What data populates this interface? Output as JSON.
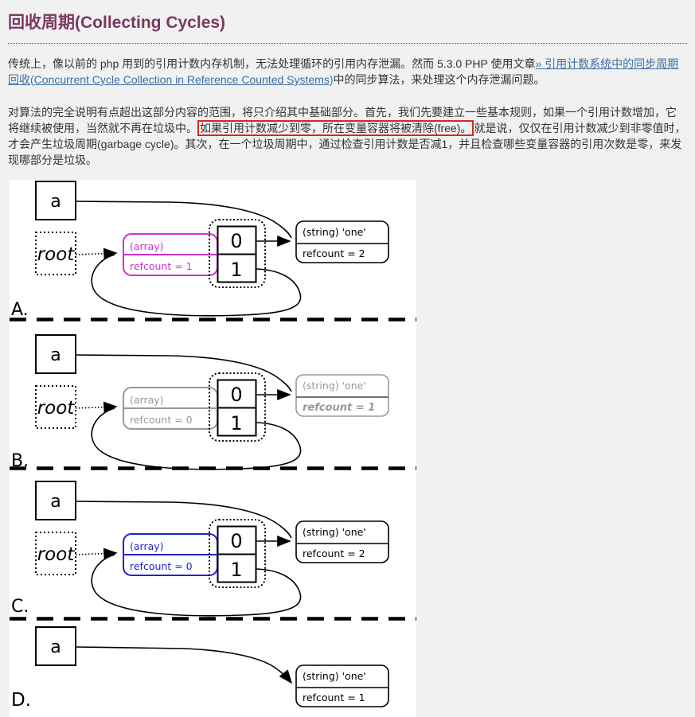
{
  "page": {
    "title": "回收周期(Collecting Cycles)",
    "title_color": "#793862",
    "background_color": "#f1f1f1",
    "diagram_background": "#ffffff"
  },
  "paragraph1": {
    "text_before_link": "传统上，像以前的 php 用到的引用计数内存机制，无法处理循环的引用内存泄漏。然而 5.3.0 PHP 使用文章",
    "link_text": "» 引用计数系统中的同步周期回收(Concurrent Cycle Collection in Reference Counted Systems)",
    "text_after_link": "中的同步算法，来处理这个内存泄漏问题。",
    "link_color": "#3a6ea5"
  },
  "paragraph2": {
    "text_before_highlight": "对算法的完全说明有点超出这部分内容的范围，将只介绍其中基础部分。首先，我们先要建立一些基本规则，如果一个引用计数增加，它将继续被使用，当然就不再在垃圾中。",
    "highlighted_text": "如果引用计数减少到零，所在变量容器将被清除(free)。",
    "highlight_border_color": "#dd2222",
    "text_after_highlight": "就是说，仅仅在引用计数减少到非零值时，才会产生垃圾周期(garbage cycle)。其次，在一个垃圾周期中，通过检查引用计数是否减1，并且检查哪些变量容器的引用次数是零，来发现哪部分是垃圾。"
  },
  "diagram": {
    "colors": {
      "black": "#000000",
      "magenta": "#cc33cc",
      "blue": "#2222cc",
      "gray": "#999999"
    },
    "panels": [
      {
        "label": "A.",
        "var_name": "a",
        "root_label": "root",
        "array_line1": "(array)",
        "array_line2": "refcount = 1",
        "array_color": "#cc33cc",
        "slot_top": "0",
        "slot_bottom": "1",
        "string_line1": "(string) 'one'",
        "string_line2": "refcount = 2",
        "string_color": "#000000"
      },
      {
        "label": "B.",
        "var_name": "a",
        "root_label": "root",
        "array_line1": "(array)",
        "array_line2": "refcount = 0",
        "array_color": "#999999",
        "slot_top": "0",
        "slot_bottom": "1",
        "string_line1": "(string) 'one'",
        "string_line2": "refcount = 1",
        "string_color": "#999999"
      },
      {
        "label": "C.",
        "var_name": "a",
        "root_label": "root",
        "array_line1": "(array)",
        "array_line2": "refcount = 0",
        "array_color": "#2222cc",
        "slot_top": "0",
        "slot_bottom": "1",
        "string_line1": "(string) 'one'",
        "string_line2": "refcount = 2",
        "string_color": "#000000"
      },
      {
        "label": "D.",
        "var_name": "a",
        "string_line1": "(string) 'one'",
        "string_line2": "refcount = 1",
        "string_color": "#000000"
      }
    ]
  }
}
